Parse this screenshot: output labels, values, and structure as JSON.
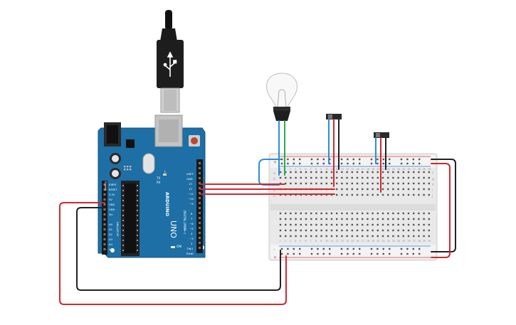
{
  "arduino": {
    "brand": "ARDUINO",
    "model": "UNO",
    "aref": "AREF",
    "gnd": "GND",
    "digital_pins": [
      "13",
      "12",
      "~11",
      "~10",
      "~9",
      "8",
      "7",
      "~6",
      "~5",
      "4",
      "~3",
      "2",
      "TX▸1",
      "RX◂0"
    ],
    "digital_label": "DIGITAL (PWM~)",
    "power_pins": [
      "IOREF",
      "RESET",
      "3.3V",
      "5V",
      "GND",
      "GND",
      "Vin"
    ],
    "power_label": "POWER",
    "analog_pins": [
      "A0",
      "A1",
      "A2",
      "A3",
      "A4",
      "A5"
    ],
    "analog_label": "ANALOG IN",
    "tx_label": "TX",
    "rx_label": "RX",
    "l_label": "L",
    "on_label": "ON"
  },
  "breadboard": {
    "rail_plus": "+",
    "rail_minus": "-",
    "row_letters_top": [
      "a",
      "b",
      "c",
      "d",
      "e"
    ],
    "row_letters_bottom": [
      "f",
      "g",
      "h",
      "i",
      "j"
    ],
    "column_numbers": [
      "1",
      "2",
      "3",
      "4",
      "5",
      "6",
      "7",
      "8",
      "9",
      "10",
      "11",
      "12",
      "13",
      "14",
      "15",
      "16",
      "17",
      "18",
      "19",
      "20",
      "21",
      "22",
      "23",
      "24",
      "25",
      "26",
      "27",
      "28",
      "29",
      "30"
    ]
  },
  "components": [
    "usb-cable",
    "light-bulb",
    "slide-switch-1",
    "slide-switch-2"
  ],
  "colors": {
    "board": "#1d6fa5",
    "wire_red": "#d1282f",
    "wire_black": "#222222",
    "wire_blue": "#2b8fd6",
    "wire_green": "#2fa84f",
    "breadboard": "#e9e9e9"
  }
}
